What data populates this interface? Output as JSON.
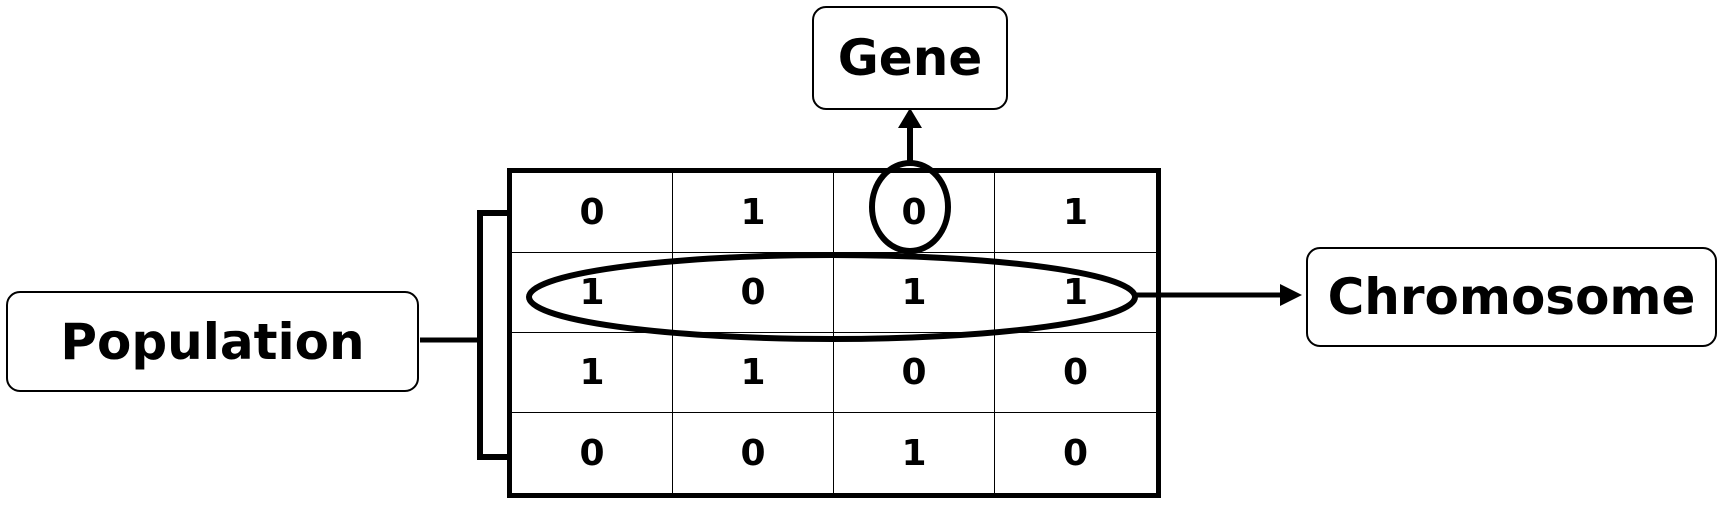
{
  "labels": {
    "gene": "Gene",
    "chromosome": "Chromosome",
    "population": "Population"
  },
  "grid": {
    "rows": [
      [
        "0",
        "1",
        "0",
        "1"
      ],
      [
        "1",
        "0",
        "1",
        "1"
      ],
      [
        "1",
        "1",
        "0",
        "0"
      ],
      [
        "0",
        "0",
        "1",
        "0"
      ]
    ]
  },
  "colors": {
    "stroke": "#000000",
    "background": "#ffffff"
  }
}
